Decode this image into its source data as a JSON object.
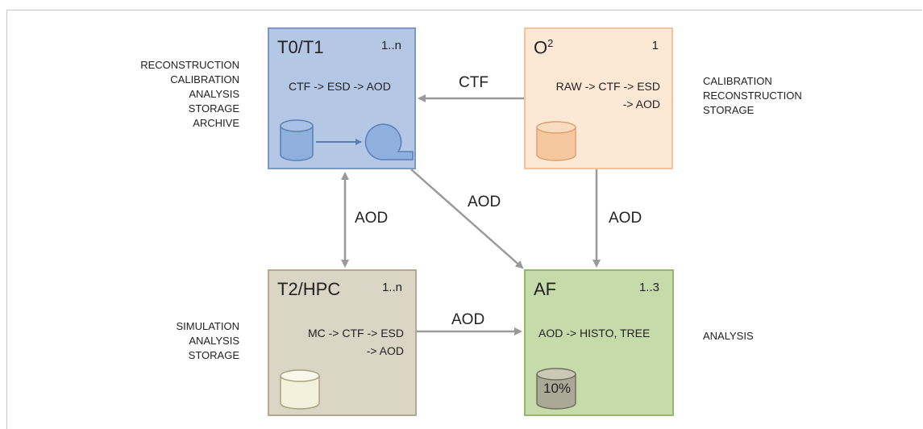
{
  "nodes": {
    "t0": {
      "title": "T0/T1",
      "count": "1..n",
      "flow_line1": "CTF -> ESD -> AOD"
    },
    "o2": {
      "title": "O",
      "title_sup": "2",
      "count": "1",
      "flow_line1": "RAW -> CTF -> ESD",
      "flow_line2": "-> AOD"
    },
    "t2": {
      "title": "T2/HPC",
      "count": "1..n",
      "flow_line1": "MC -> CTF -> ESD",
      "flow_line2": "-> AOD"
    },
    "af": {
      "title": "AF",
      "count": "1..3",
      "flow_line1": "AOD -> HISTO, TREE",
      "disk_label": "10%"
    }
  },
  "roles": {
    "t0": [
      "RECONSTRUCTION",
      "CALIBRATION",
      "ANALYSIS",
      "STORAGE",
      "ARCHIVE"
    ],
    "o2": [
      "CALIBRATION",
      "RECONSTRUCTION",
      "STORAGE"
    ],
    "t2": [
      "SIMULATION",
      "ANALYSIS",
      "STORAGE"
    ],
    "af": [
      "ANALYSIS"
    ]
  },
  "edges": {
    "o2_to_t0": "CTF",
    "t0_t2": "AOD",
    "t0_to_af": "AOD",
    "o2_to_af": "AOD",
    "t2_to_af": "AOD"
  },
  "colors": {
    "arrow": "#9a9a9a",
    "t0_fill": "#b4c7e4",
    "o2_fill": "#fde8d6",
    "t2_fill": "#dbd5c5",
    "af_fill": "#c6dbaa"
  },
  "icons": {
    "t0": [
      "database-icon",
      "archive-tape-icon"
    ],
    "o2": [
      "database-icon"
    ],
    "t2": [
      "database-icon"
    ],
    "af": [
      "database-icon"
    ]
  }
}
